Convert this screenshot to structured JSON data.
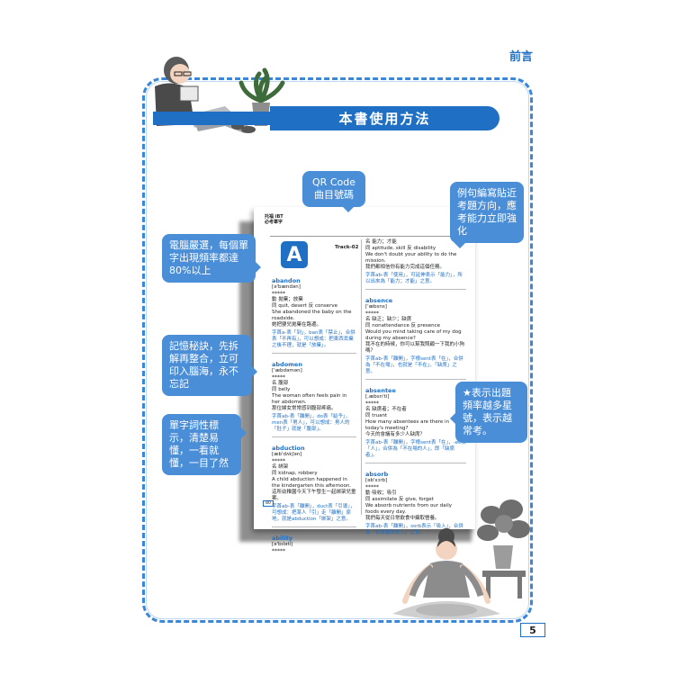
{
  "page": {
    "section": "前言",
    "title": "本書使用方法",
    "page_number": "5"
  },
  "callouts": {
    "qr": "QR Code 曲目號碼",
    "examples": "例句編寫貼近考題方向，應考能力立即強化",
    "selection": "電腦嚴選，每個單字出現頻率都達80%以上",
    "memory": "記憶秘訣，先拆解再整合，立可印入腦海，永不忘記",
    "pos": "單字詞性標示，清楚易懂，一看就懂，一目了然",
    "stars": "★表示出題頻率越多星號，表示越常考。"
  },
  "book": {
    "badge": "托福 iBT 必考單字",
    "letter": "A",
    "track": "Track-02",
    "page_label": "80",
    "left": [
      {
        "word": "abandon",
        "ipa": "[ə'bændən]",
        "stars": "*****",
        "pos": "動 拋棄；放棄",
        "syn": "同 quit, desert 反 conserve",
        "ex": "She abandoned the baby on the roadside.",
        "tr": "她把嬰兒拋棄在路邊。",
        "tip": "字首a-表「到」，ban表「禁止」，合併表「不再有」，可以想成：把東西丟棄之後不理，就是「放棄」。"
      },
      {
        "word": "abdomen",
        "ipa": "['æbdəmən]",
        "stars": "*****",
        "pos": "名 腹部",
        "syn": "同 belly",
        "ex": "The woman often feels pain in her abdomen.",
        "tr": "那位婦女常常感到腹部疼痛。",
        "tip": "字首ab-表「離開」，do表「給予」，men表「男人」，可以想成：男人的「肚子」就是「腹部」。"
      },
      {
        "word": "abduction",
        "ipa": "[æb'dʌkʃən]",
        "stars": "*****",
        "pos": "名 綁架",
        "syn": "同 kidnap, robbery",
        "ex": "A child abduction happened in the kindergarten this afternoon.",
        "tr": "這所幼稚園今天下午發生一起綁架兒童案。",
        "tip": "字首ab-表「離開」，duct表「引導」，可想成：把某人「引」走「離開」原地，就是abduction「綁架」之意。"
      },
      {
        "word": "ability",
        "ipa": "[ə'bɪləti]",
        "stars": "*****",
        "pos": "",
        "syn": "",
        "ex": "",
        "tr": "",
        "tip": ""
      }
    ],
    "right": [
      {
        "word": "",
        "ipa": "",
        "stars": "",
        "pos": "名 能力；才能",
        "syn": "同 aptitude, skill 反 disability",
        "ex": "We don't doubt your ability to do the mission.",
        "tr": "我們都相信你有能力完成這個任務。",
        "tip": "字首ab-表「使用」，可延伸表示「能力」，所以出來為「能力；才能」之意。"
      },
      {
        "word": "absence",
        "ipa": "['æbsns]",
        "stars": "*****",
        "pos": "名 缺乏；缺少；缺席",
        "syn": "同 nonattendance 反 presence",
        "ex": "Would you mind taking care of my dog during my absence?",
        "tr": "我不在的時候，你可以幫我照顧一下我的小狗嗎？",
        "tip": "字首ab-表「離開」，字根sent表「在」，合併為「不在場」，也就是「不在」、「缺席」之意。"
      },
      {
        "word": "absentee",
        "ipa": "[,æbsn'ti]",
        "stars": "*****",
        "pos": "名 缺席者；不在者",
        "syn": "同 truant",
        "ex": "How many absentees are there in today's meeting?",
        "tr": "今天的會議有多少人缺席？",
        "tip": "字首ab-表「離開」，字根sent表「在」，-ee表「人」，合併為「不在場的人」，即「缺席者」。"
      },
      {
        "word": "absorb",
        "ipa": "[əb'sɔrb]",
        "stars": "*****",
        "pos": "動 吸收；吸引",
        "syn": "同 assimilate 反 give, forget",
        "ex": "We absorb nutrients from our daily foods every day.",
        "tr": "我們每天從日常飲食中攝取營養。",
        "tip": "字首ab-表「離開」，sorb表示「吸入」，合併為「從某處吸收入」之意。"
      }
    ]
  }
}
